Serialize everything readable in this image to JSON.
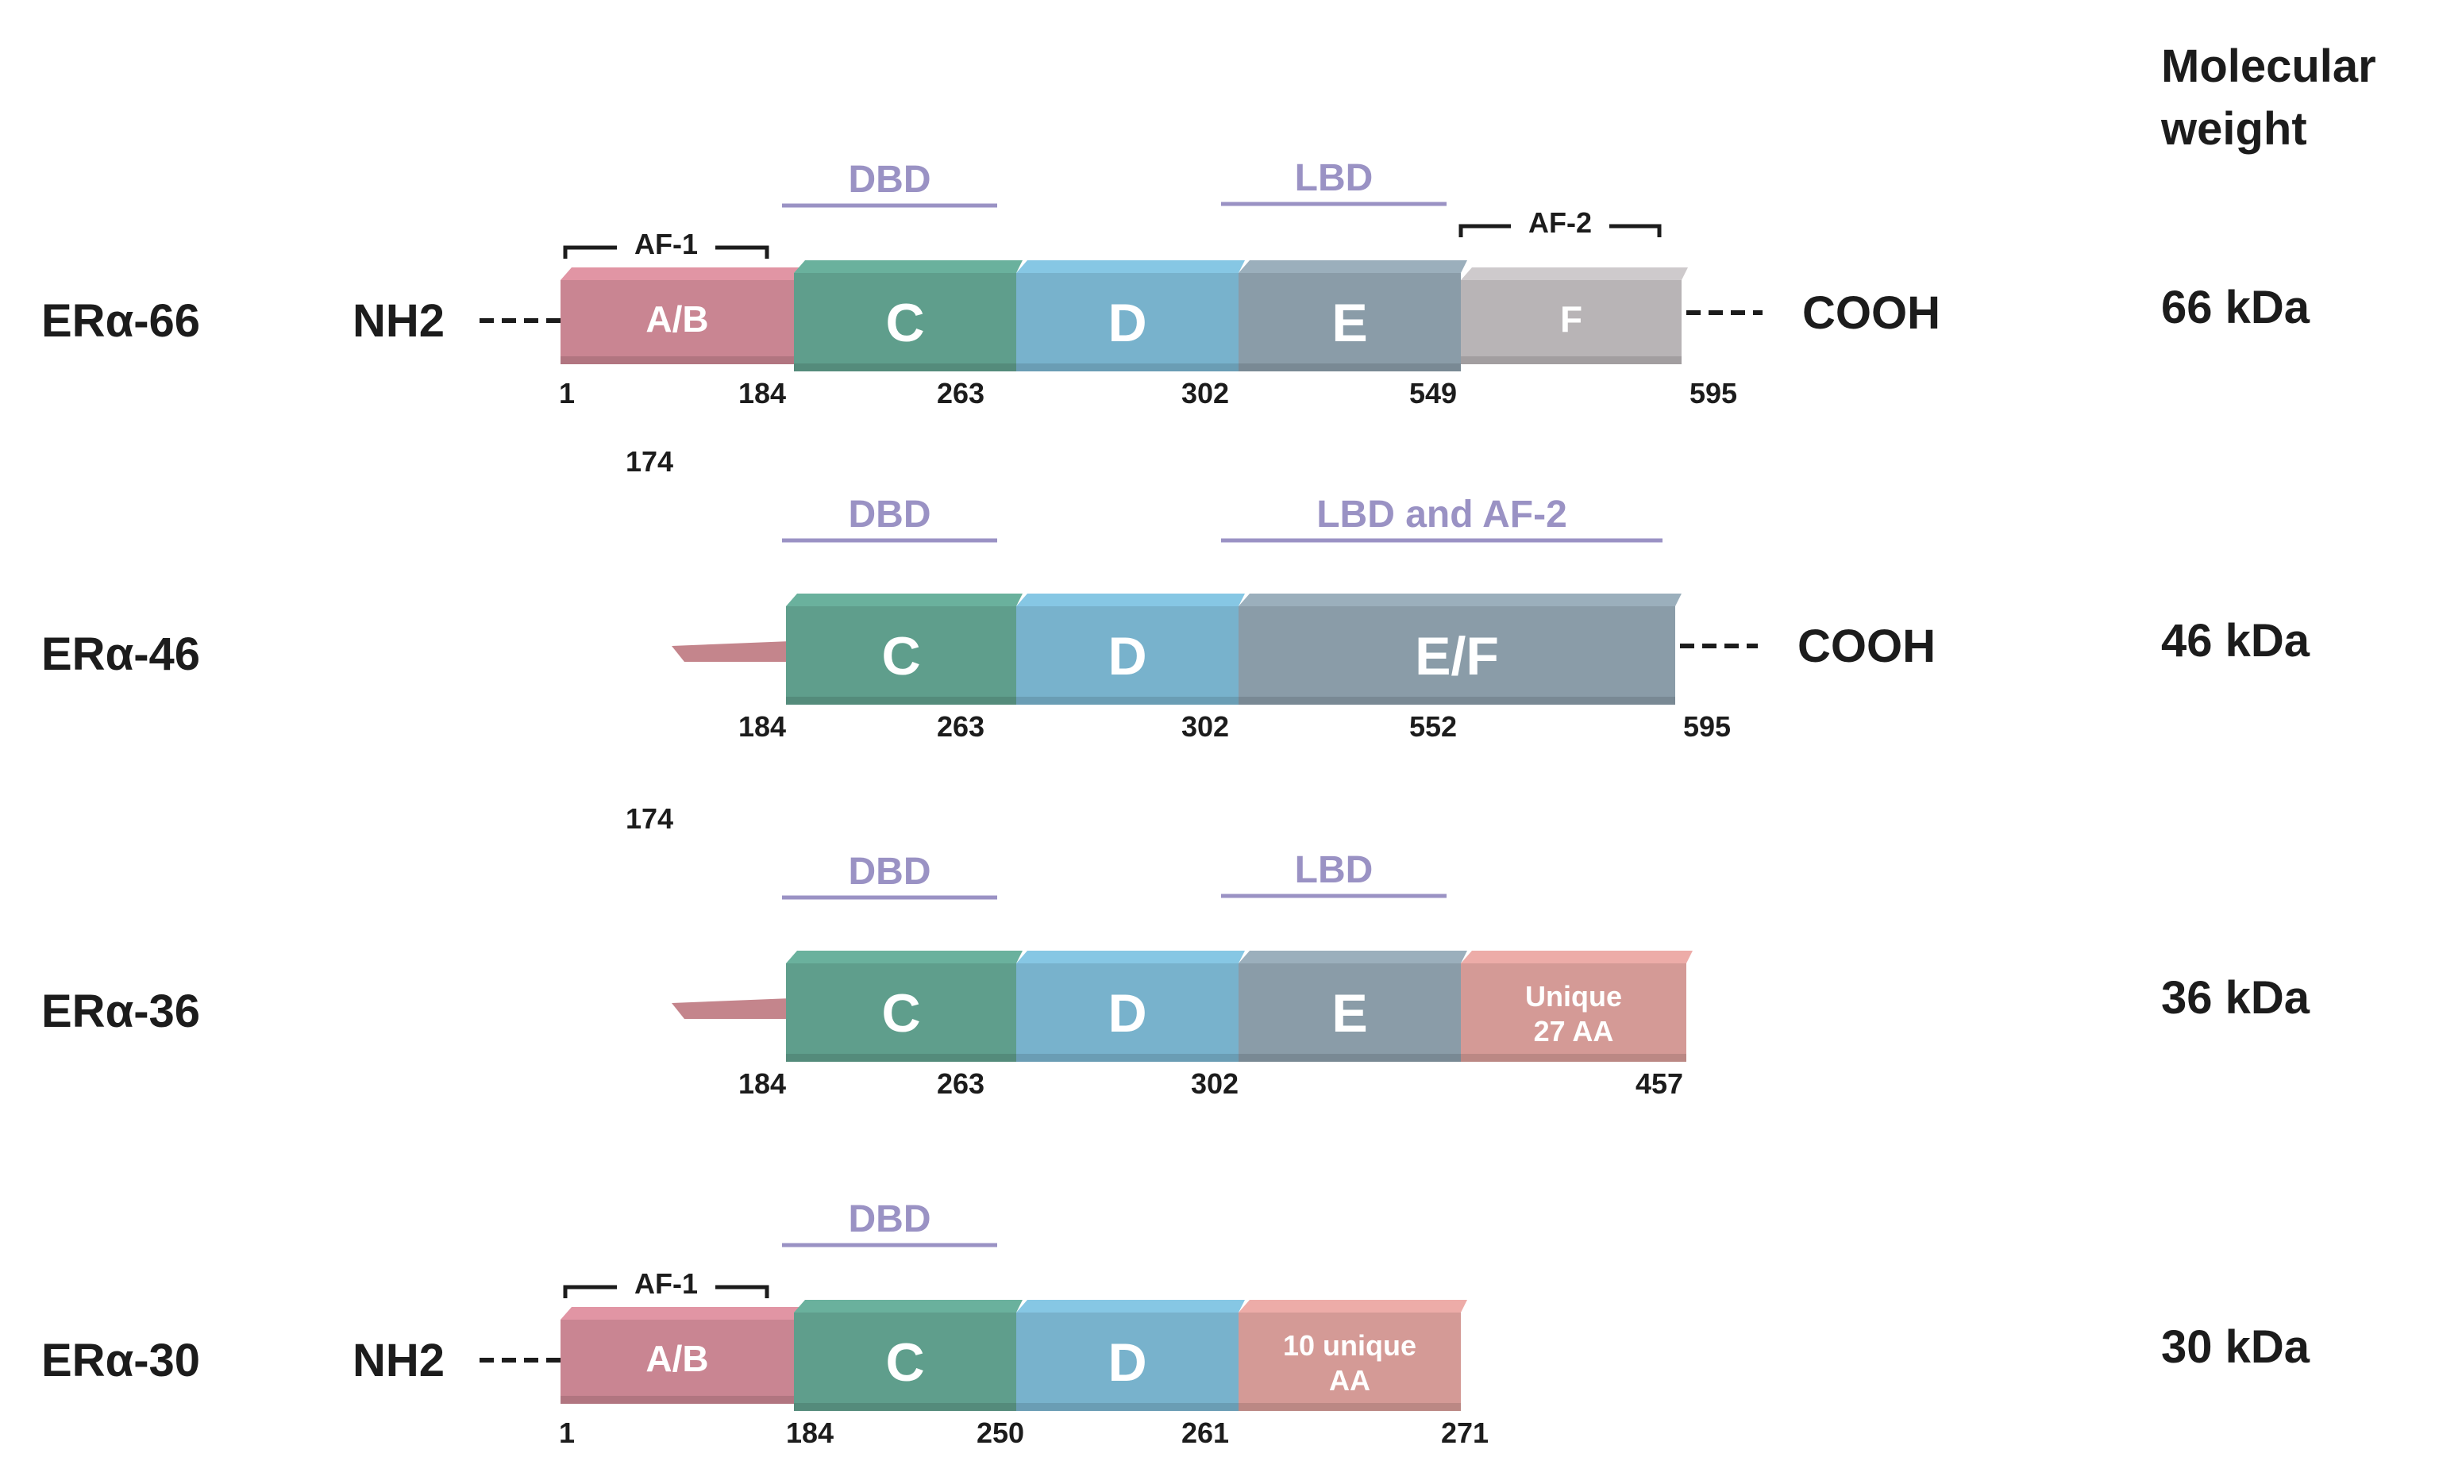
{
  "header": {
    "line1": "Molecular",
    "line2": "weight"
  },
  "colors": {
    "AB": "#c98592",
    "C": "#5f9e8c",
    "D": "#78b2cc",
    "E": "#8a9ca8",
    "F": "#b8b4b6",
    "unique": "#d49a96",
    "stub": "#c4858c",
    "region": "#9a92c4"
  },
  "isoforms": [
    {
      "name": "ERα-66",
      "weight": "66 kDa",
      "nterm": "NH2",
      "cterm": "COOH",
      "stub_label": "",
      "segments": [
        {
          "label": "A/B",
          "color": "AB",
          "size": "mid"
        },
        {
          "label": "C",
          "color": "C",
          "size": "big"
        },
        {
          "label": "D",
          "color": "D",
          "size": "big"
        },
        {
          "label": "E",
          "color": "E",
          "size": "big"
        },
        {
          "label": "F",
          "color": "F",
          "size": "mid"
        }
      ],
      "positions": [
        "1",
        "184",
        "263",
        "302",
        "549",
        "595"
      ],
      "regions": [
        "DBD",
        "LBD"
      ],
      "af": [
        "AF-1",
        "AF-2"
      ]
    },
    {
      "name": "ERα-46",
      "weight": "46 kDa",
      "nterm": "",
      "cterm": "COOH",
      "stub_label": "174",
      "segments": [
        {
          "label": "C",
          "color": "C",
          "size": "big"
        },
        {
          "label": "D",
          "color": "D",
          "size": "big"
        },
        {
          "label": "E/F",
          "color": "E",
          "size": "big"
        }
      ],
      "positions": [
        "184",
        "263",
        "302",
        "552",
        "595"
      ],
      "regions": [
        "DBD",
        "LBD and AF-2"
      ],
      "af": []
    },
    {
      "name": "ERα-36",
      "weight": "36 kDa",
      "nterm": "",
      "cterm": "",
      "stub_label": "174",
      "segments": [
        {
          "label": "C",
          "color": "C",
          "size": "big"
        },
        {
          "label": "D",
          "color": "D",
          "size": "big"
        },
        {
          "label": "E",
          "color": "E",
          "size": "big"
        },
        {
          "label": "Unique",
          "label2": "27 AA",
          "color": "unique",
          "size": "small"
        }
      ],
      "positions": [
        "184",
        "263",
        "302",
        "457"
      ],
      "regions": [
        "DBD",
        "LBD"
      ],
      "af": []
    },
    {
      "name": "ERα-30",
      "weight": "30 kDa",
      "nterm": "NH2",
      "cterm": "",
      "stub_label": "",
      "segments": [
        {
          "label": "A/B",
          "color": "AB",
          "size": "mid"
        },
        {
          "label": "C",
          "color": "C",
          "size": "big"
        },
        {
          "label": "D",
          "color": "D",
          "size": "big"
        },
        {
          "label": "10 unique",
          "label2": "AA",
          "color": "unique",
          "size": "small"
        }
      ],
      "positions": [
        "1",
        "184",
        "250",
        "261",
        "271"
      ],
      "regions": [
        "DBD"
      ],
      "af": [
        "AF-1"
      ]
    }
  ]
}
